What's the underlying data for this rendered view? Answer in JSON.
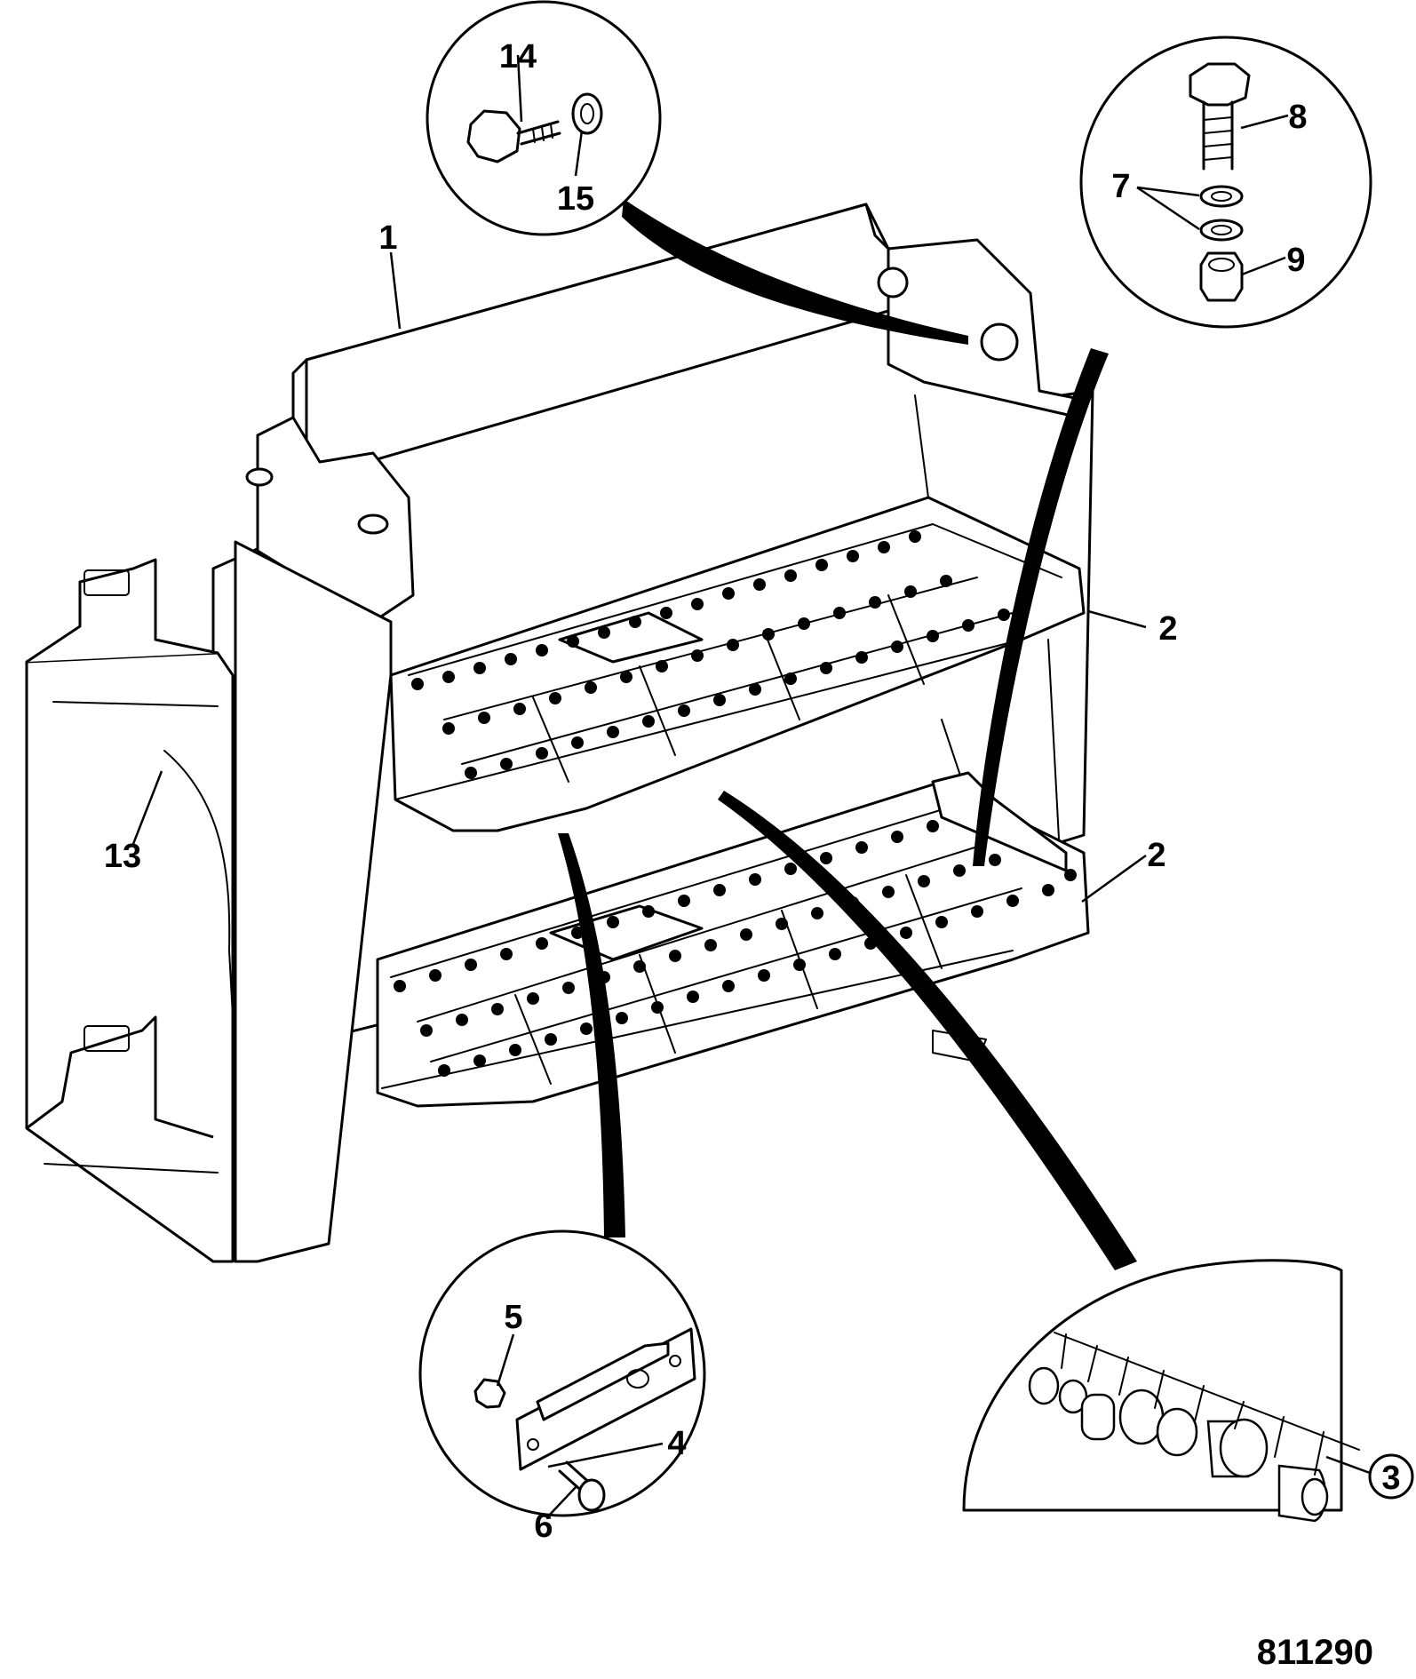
{
  "figure": {
    "number": "811290",
    "callouts": {
      "c1": "1",
      "c2a": "2",
      "c2b": "2",
      "c3": "3",
      "c4": "4",
      "c5": "5",
      "c6": "6",
      "c7": "7",
      "c8": "8",
      "c9": "9",
      "c13": "13",
      "c14": "14",
      "c15": "15"
    }
  }
}
